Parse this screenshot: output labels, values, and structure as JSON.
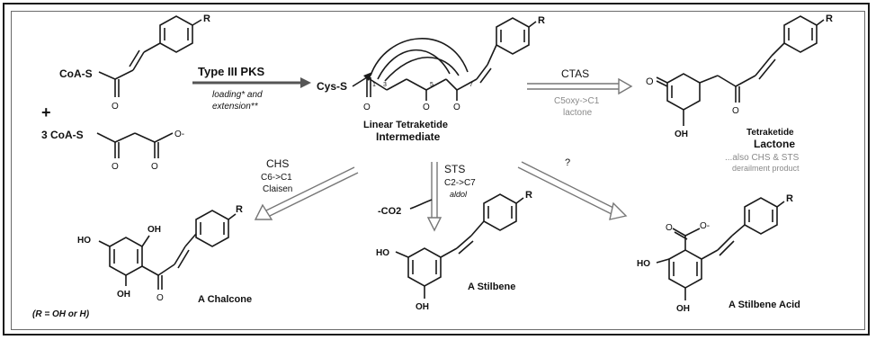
{
  "reactants": {
    "coumaroyl_coa": "CoA-S",
    "plus": "+",
    "malonyl_coa": "3  CoA-S",
    "r_group": "R",
    "o": "O",
    "o_minus": "O-"
  },
  "pks_step": {
    "enzyme": "Type III PKS",
    "note_line1": "loading* and",
    "note_line2": "extension**"
  },
  "intermediate": {
    "prefix": "Cys-S",
    "name_line1": "Linear Tetraketide",
    "name_line2": "Intermediate",
    "positions": [
      "1",
      "3",
      "5",
      "7"
    ],
    "o": "O",
    "r_group": "R"
  },
  "ctas_step": {
    "enzyme": "CTAS",
    "line1": "C5oxy->C1",
    "line2": "lactone"
  },
  "lactone": {
    "name_line1": "Tetraketide",
    "name_line2": "Lactone",
    "note_line1": "...also CHS & STS",
    "note_line2": "derailment product",
    "o": "O",
    "oh": "OH",
    "r_group": "R"
  },
  "chs_step": {
    "enzyme": "CHS",
    "line1": "C6->C1",
    "line2": "Claisen"
  },
  "sts_step": {
    "enzyme": "STS",
    "line1": "C2->C7",
    "line2": "aldol",
    "co2": "-CO2"
  },
  "unknown_step": {
    "label": "?"
  },
  "chalcone": {
    "name": "A Chalcone",
    "ho": "HO",
    "oh_top": "OH",
    "oh_bottom": "OH",
    "o": "O",
    "r_group": "R",
    "r_def": "(R = OH or H)"
  },
  "stilbene": {
    "name": "A Stilbene",
    "ho": "HO",
    "oh": "OH",
    "r_group": "R"
  },
  "stilbene_acid": {
    "name": "A Stilbene Acid",
    "ho": "HO",
    "oh": "OH",
    "o": "O",
    "o_minus": "O-",
    "r_group": "R"
  }
}
